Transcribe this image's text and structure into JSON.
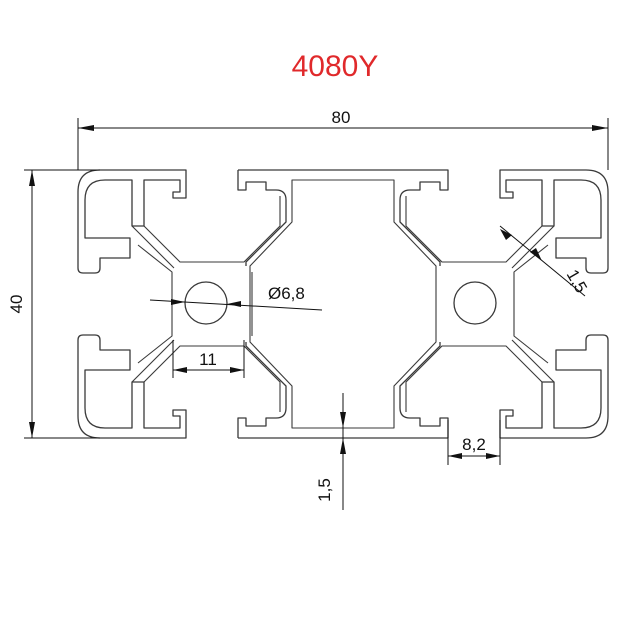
{
  "title": "4080Y",
  "colors": {
    "title": "#e0292b",
    "stroke": "#3a3a3a",
    "background": "#ffffff"
  },
  "dimensions": {
    "width": "80",
    "height": "40",
    "hole_diameter": "Ø6,8",
    "diagonal_wall": "1,5",
    "slot_width": "11",
    "bottom_wall": "1,5",
    "slot_opening": "8,2"
  }
}
